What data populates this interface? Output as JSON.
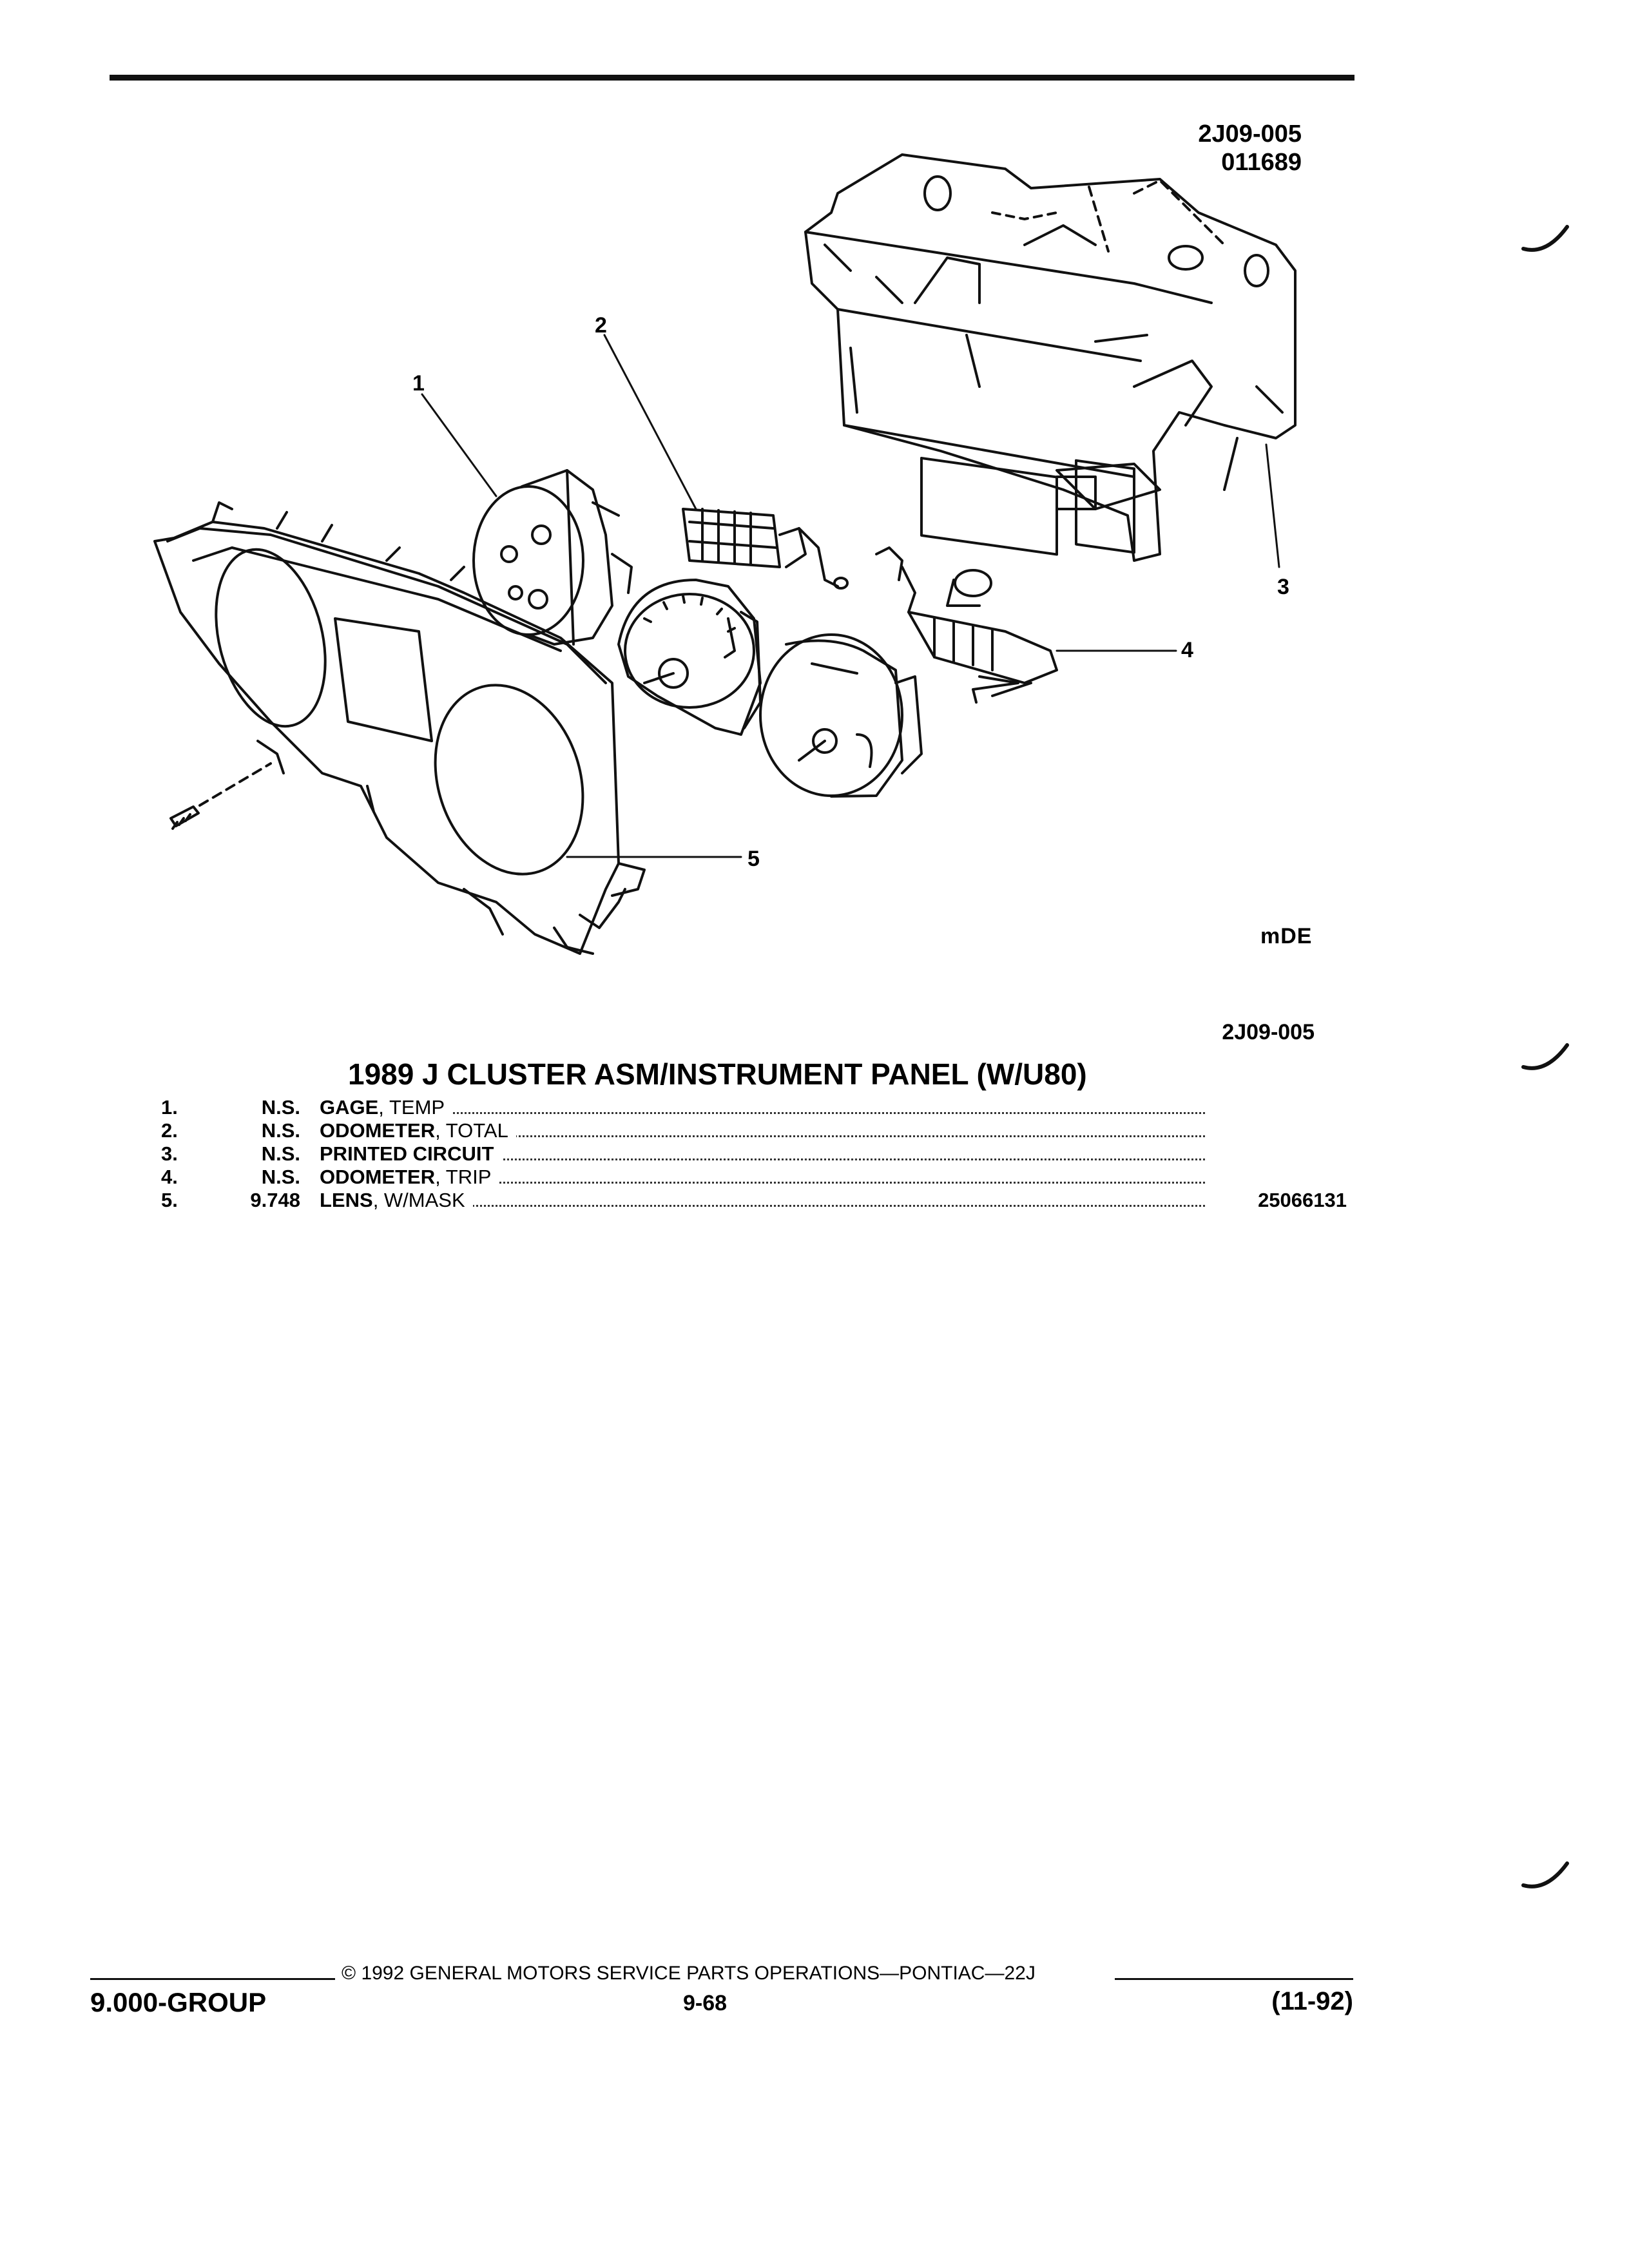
{
  "figure": {
    "code_top_line1": "2J09-005",
    "code_top_line2": "011689",
    "brand_mark": "mDE",
    "code_bottom": "2J09-005",
    "callouts": [
      "1",
      "2",
      "3",
      "4",
      "5"
    ]
  },
  "title": "1989 J CLUSTER ASM/INSTRUMENT PANEL (W/U80)",
  "parts": [
    {
      "num": "1.",
      "ref": "N.S.",
      "name": "GAGE",
      "detail": ", TEMP",
      "part_no": ""
    },
    {
      "num": "2.",
      "ref": "N.S.",
      "name": "ODOMETER",
      "detail": ", TOTAL",
      "part_no": ""
    },
    {
      "num": "3.",
      "ref": "N.S.",
      "name": "PRINTED CIRCUIT",
      "detail": "",
      "part_no": ""
    },
    {
      "num": "4.",
      "ref": "N.S.",
      "name": "ODOMETER",
      "detail": ", TRIP",
      "part_no": ""
    },
    {
      "num": "5.",
      "ref": "9.748",
      "name": "LENS",
      "detail": ", W/MASK",
      "part_no": "25066131"
    }
  ],
  "footer": {
    "group": "9.000-GROUP",
    "copyright": "© 1992  GENERAL MOTORS SERVICE PARTS OPERATIONS—PONTIAC—22J",
    "page": "9-68",
    "date": "(11-92)"
  }
}
